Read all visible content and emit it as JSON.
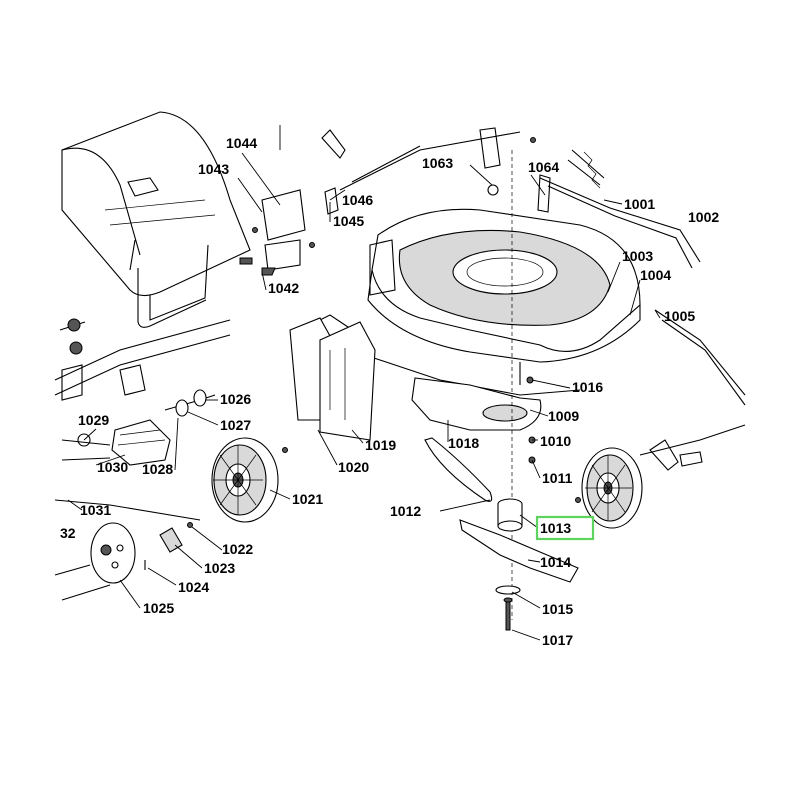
{
  "diagram": {
    "highlight_color": "#5fd35f",
    "highlighted_part": "1013",
    "parts": {
      "p1001": "1001",
      "p1002": "1002",
      "p1003": "1003",
      "p1004": "1004",
      "p1005": "1005",
      "p1009": "1009",
      "p1010": "1010",
      "p1011": "1011",
      "p1012": "1012",
      "p1013": "1013",
      "p1014": "1014",
      "p1015": "1015",
      "p1016": "1016",
      "p1017": "1017",
      "p1018": "1018",
      "p1019": "1019",
      "p1020": "1020",
      "p1021": "1021",
      "p1022": "1022",
      "p1023": "1023",
      "p1024": "1024",
      "p1025": "1025",
      "p1026": "1026",
      "p1027": "1027",
      "p1028": "1028",
      "p1029": "1029",
      "p1030": "1030",
      "p1031": "1031",
      "p32": "32",
      "p1042": "1042",
      "p1043": "1043",
      "p1044": "1044",
      "p1045": "1045",
      "p1046": "1046",
      "p1063": "1063",
      "p1064": "1064"
    }
  }
}
